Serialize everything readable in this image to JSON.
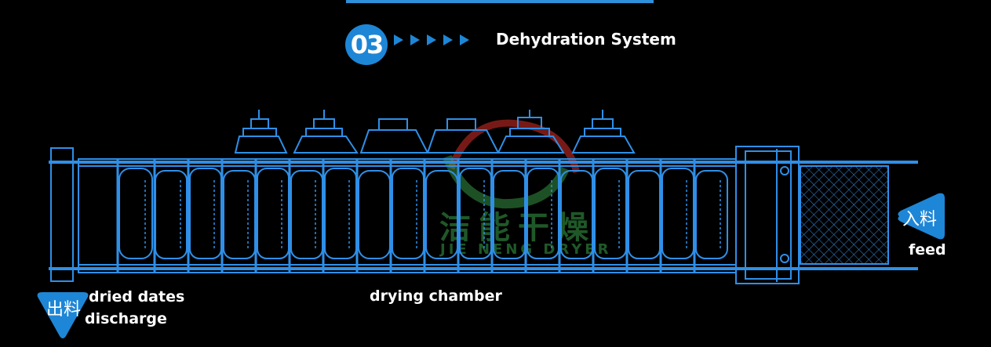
{
  "header": {
    "section_number": "03",
    "title": "Dehydration System"
  },
  "labels": {
    "feed_cn": "入料",
    "feed_en": "feed",
    "discharge_cn": "出料",
    "discharge_en_line1": "dried dates",
    "discharge_en_line2": "discharge",
    "chamber": "drying chamber"
  },
  "watermark": {
    "text": "洁能干燥",
    "sub": "JIE NENG DRYER"
  },
  "colors": {
    "accent": "#1e86d6",
    "line": "#2f8fe8",
    "background": "#000000",
    "watermark_green": "#3aa14a",
    "watermark_red": "#d9302a"
  },
  "icons": {
    "arrow": "triangle-right-icon",
    "feed_badge": "triangle-left-badge",
    "discharge_badge": "triangle-down-badge"
  }
}
